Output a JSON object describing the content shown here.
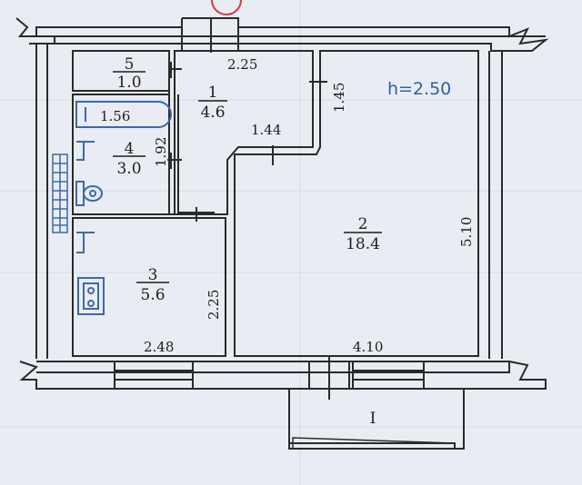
{
  "plan": {
    "height_label": "h=2.50",
    "rooms": [
      {
        "number": "5",
        "area": "1.0"
      },
      {
        "number": "1",
        "area": "4.6"
      },
      {
        "number": "4",
        "area": "3.0"
      },
      {
        "number": "2",
        "area": "18.4"
      },
      {
        "number": "3",
        "area": "5.6"
      }
    ],
    "dimensions": {
      "corridor_width": "2.25",
      "bath_length": "1.56",
      "wc_width": "1.92",
      "corridor_depth": "1.44",
      "room_upper_wall": "1.45",
      "room_length": "5.10",
      "room_width": "4.10",
      "kitchen_depth": "2.25",
      "kitchen_width": "2.48"
    },
    "balcony_label": "I"
  },
  "colors": {
    "wall": "#2a2a2a",
    "paper": "#e9ecf2",
    "accent_blue": "#2d5fa8",
    "stamp": "#d23a3a"
  }
}
